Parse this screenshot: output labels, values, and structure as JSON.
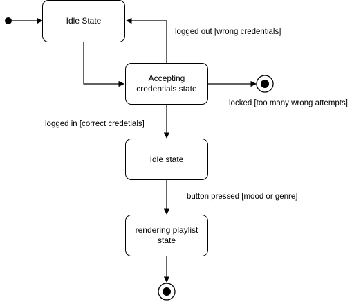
{
  "states": {
    "idle_state_top": "Idle State",
    "accepting_credentials": "Accepting credentials state",
    "idle_state": "Idle state",
    "rendering_playlist": "rendering playlist state"
  },
  "transitions": {
    "logged_out": "logged out [wrong credentials]",
    "locked": "locked [too many wrong attempts]",
    "logged_in": "logged in [correct credetials]",
    "button_pressed": "button pressed [mood or genre]"
  },
  "colors": {
    "stroke": "#000000",
    "fill": "#ffffff",
    "text": "#000000"
  }
}
